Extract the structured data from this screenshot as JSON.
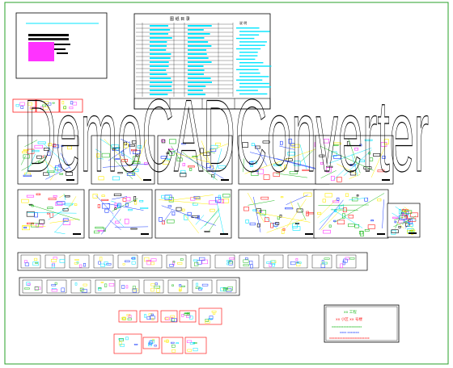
{
  "watermark": {
    "text": "DemoCADConverter",
    "color": "#000000"
  },
  "colors": {
    "border": "#2aa02a",
    "sheet": "#000000",
    "cyan": "#00e5ff",
    "magenta": "#ff33ff",
    "yellow": "#ffee00",
    "green": "#22bb22",
    "blue": "#1a3cff",
    "red": "#ff2020"
  },
  "index_table": {
    "title": "图 纸 目 录"
  },
  "notes_panel": {
    "title": "说 明"
  },
  "info_box": {
    "line1": "xx 工程",
    "line2": "xx 小区 xx 号楼",
    "line3": "xxxxxxxxxxxxxxxxxx",
    "line4": "xxxx xxxxxxx",
    "line5": "xxxxxxxxxxxxxxxxxxxxxxxx"
  }
}
